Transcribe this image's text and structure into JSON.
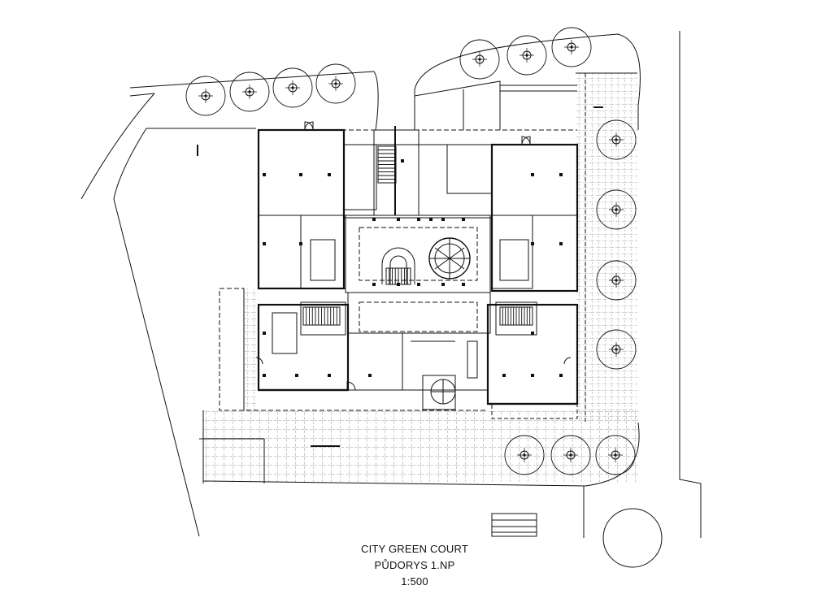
{
  "caption": {
    "title": "CITY GREEN COURT",
    "subtitle": "PŮDORYS 1.NP",
    "scale": "1:500"
  },
  "colors": {
    "ink": "#111111",
    "background": "#ffffff"
  },
  "icons": {
    "tree": "tree-symbol-icon",
    "stairs": "stair-icon",
    "revolving_door": "revolving-door-icon"
  }
}
